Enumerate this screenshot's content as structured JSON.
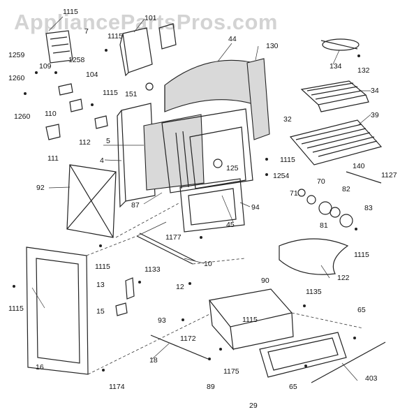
{
  "watermark": "AppliancePartsPros.com",
  "labels": {
    "l1115a": "1115",
    "l101": "101",
    "l7": "7",
    "l44": "44",
    "l130": "130",
    "l1115b": "1115",
    "l134": "134",
    "l132": "132",
    "l1259": "1259",
    "l1258": "1258",
    "l1260a": "1260",
    "l109": "109",
    "l104": "104",
    "l1260b": "1260",
    "l1115c": "1115",
    "l151": "151",
    "l34": "34",
    "l110": "110",
    "l112": "112",
    "l32": "32",
    "l39": "39",
    "l5": "5",
    "l111": "111",
    "l4": "4",
    "l1115d": "1115",
    "l125": "125",
    "l1254": "1254",
    "l140": "140",
    "l1127": "1127",
    "l92": "92",
    "l70": "70",
    "l82": "82",
    "l71": "71",
    "l87": "87",
    "l94": "94",
    "l83": "83",
    "l45": "45",
    "l81": "81",
    "l1177": "1177",
    "l1115e": "1115",
    "l1133": "1133",
    "l10": "10",
    "l1115f": "1115",
    "l13": "13",
    "l12": "12",
    "l122": "122",
    "l90": "90",
    "l1115g": "1115",
    "l15": "15",
    "l1135": "1135",
    "l1115h": "1115",
    "l65a": "65",
    "l93": "93",
    "l1172": "1172",
    "l16": "16",
    "l18": "18",
    "l403": "403",
    "l1174": "1174",
    "l89": "89",
    "l1175": "1175",
    "l65b": "65",
    "l29": "29"
  }
}
